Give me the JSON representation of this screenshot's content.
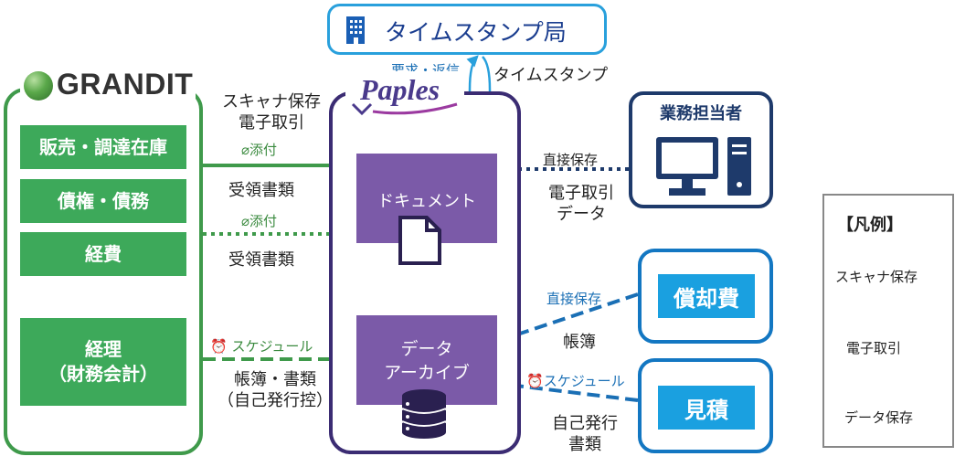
{
  "tsa": {
    "label": "タイムスタンプ局"
  },
  "request_reply": "要求・返信",
  "timestamp": "タイムスタンプ",
  "grandit": {
    "logo": "GRANDIT",
    "modules": [
      "販売・調達在庫",
      "債権・債務",
      "経費"
    ],
    "accounting": [
      "経理",
      "（財務会計）"
    ]
  },
  "paples": {
    "logo": "Paples",
    "document": "ドキュメント",
    "archive": [
      "データ",
      "アーカイブ"
    ]
  },
  "flows": {
    "scan_label": [
      "スキャナ保存",
      "電子取引"
    ],
    "attach1": "添付",
    "received1": "受領書類",
    "attach2": "添付",
    "received2": "受領書類",
    "schedule1": "スケジュール",
    "ledger_docs": [
      "帳簿・書類",
      "（自己発行控）"
    ],
    "direct_save1": "直接保存",
    "etrans_data": [
      "電子取引",
      "データ"
    ],
    "direct_save2": "直接保存",
    "ledger": "帳簿",
    "schedule2": "スケジュール",
    "self_issued": [
      "自己発行",
      "書類"
    ]
  },
  "staff": {
    "label": "業務担当者"
  },
  "depreciation": {
    "label": "償却費"
  },
  "estimate": {
    "label": "見積"
  },
  "legend": {
    "title": "【凡例】",
    "items": [
      "スキャナ保存",
      "電子取引",
      "データ保存"
    ]
  },
  "colors": {
    "green": "#3da95a",
    "purple": "#7b5aa8",
    "navy": "#1e3a6b",
    "blue": "#1aa0e0",
    "arrow_blue": "#1a6fb5",
    "legend_gray": "#8c8c8c"
  }
}
